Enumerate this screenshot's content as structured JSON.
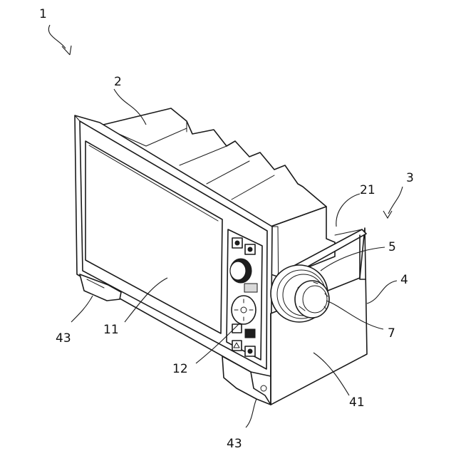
{
  "figure": {
    "labels": {
      "device": "1",
      "housing": "2",
      "bracket_assembly": "3",
      "bracket": "4",
      "fastener_washer": "5",
      "knob": "7",
      "display": "11",
      "control_panel": "12",
      "rear_case": "21",
      "bracket_side_plate": "41",
      "foot_left": "43",
      "foot_bottom": "43"
    }
  }
}
